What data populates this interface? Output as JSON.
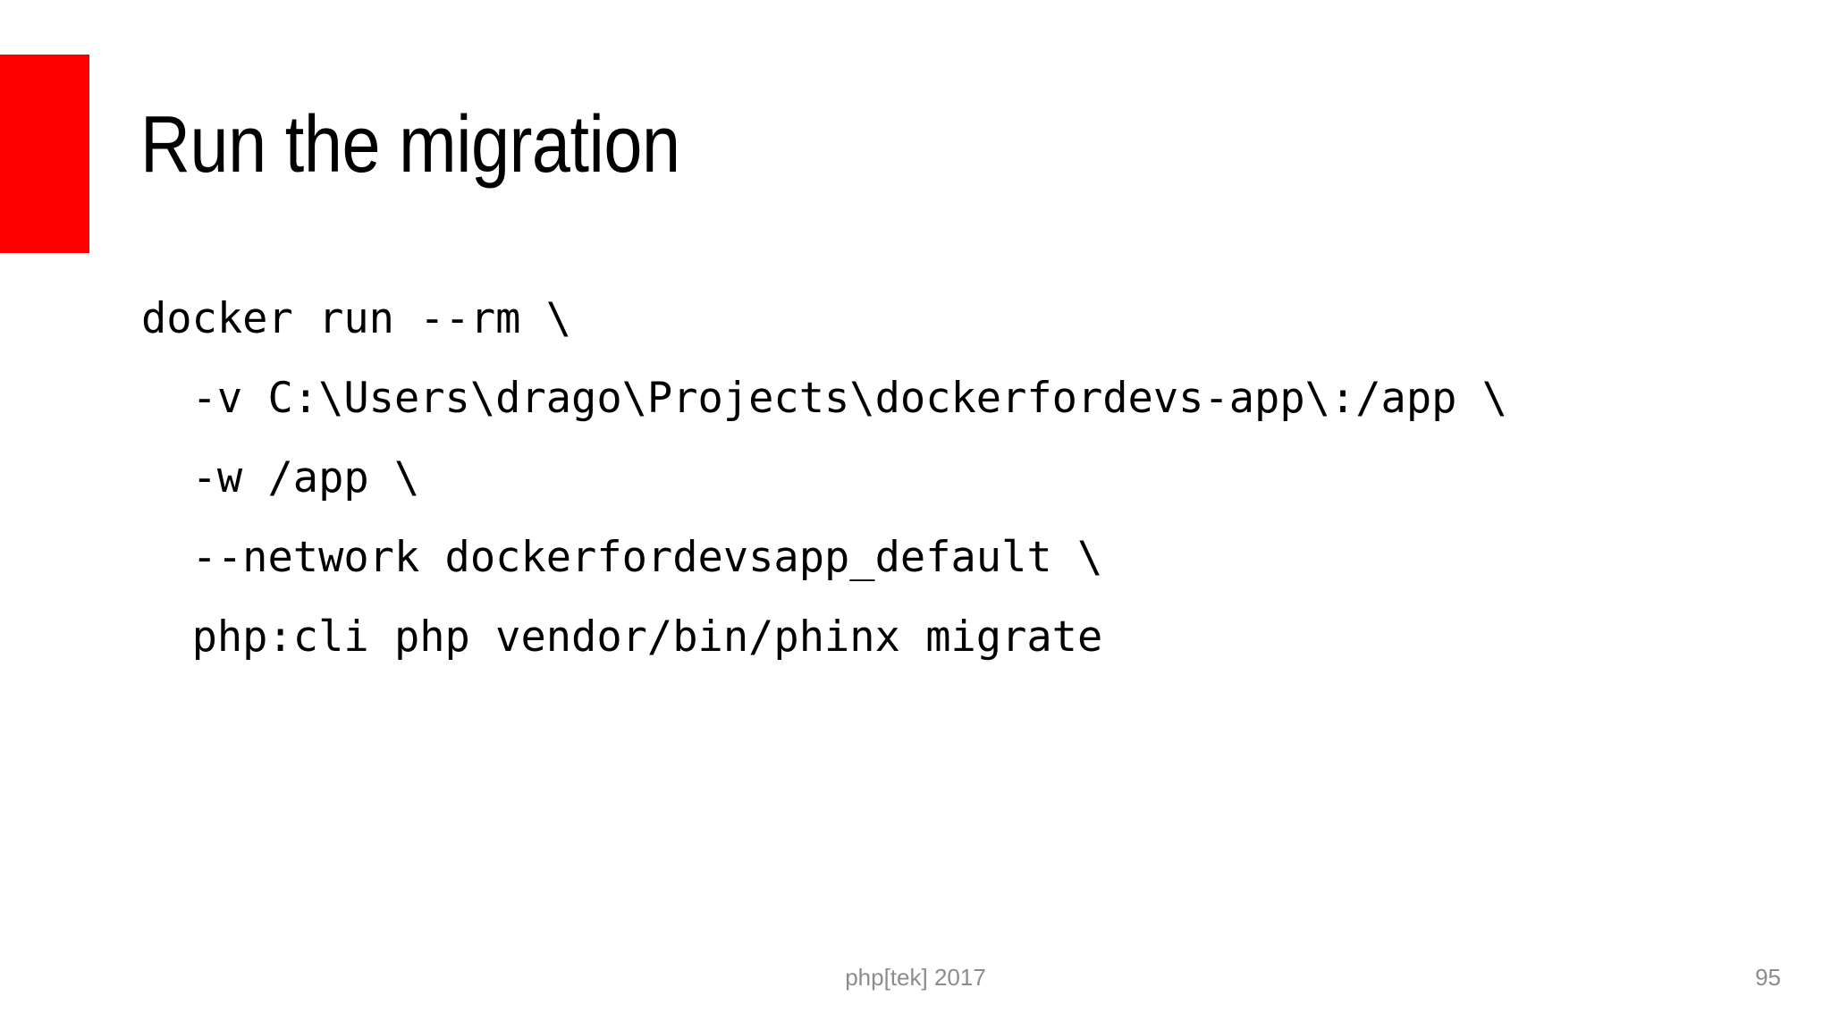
{
  "slide": {
    "title": "Run the migration",
    "background_color": "#ffffff",
    "accent_color": "#ff0000",
    "text_color": "#000000"
  },
  "code": {
    "language": "shell",
    "lines": [
      "docker run --rm \\",
      "  -v C:\\Users\\drago\\Projects\\dockerfordevs-app\\:/app \\",
      "  -w /app \\",
      "  --network dockerfordevsapp_default \\",
      "  php:cli php vendor/bin/phinx migrate"
    ]
  },
  "footer": {
    "event": "php[tek] 2017",
    "page_number": "95",
    "text_color": "#8c8c8c"
  }
}
